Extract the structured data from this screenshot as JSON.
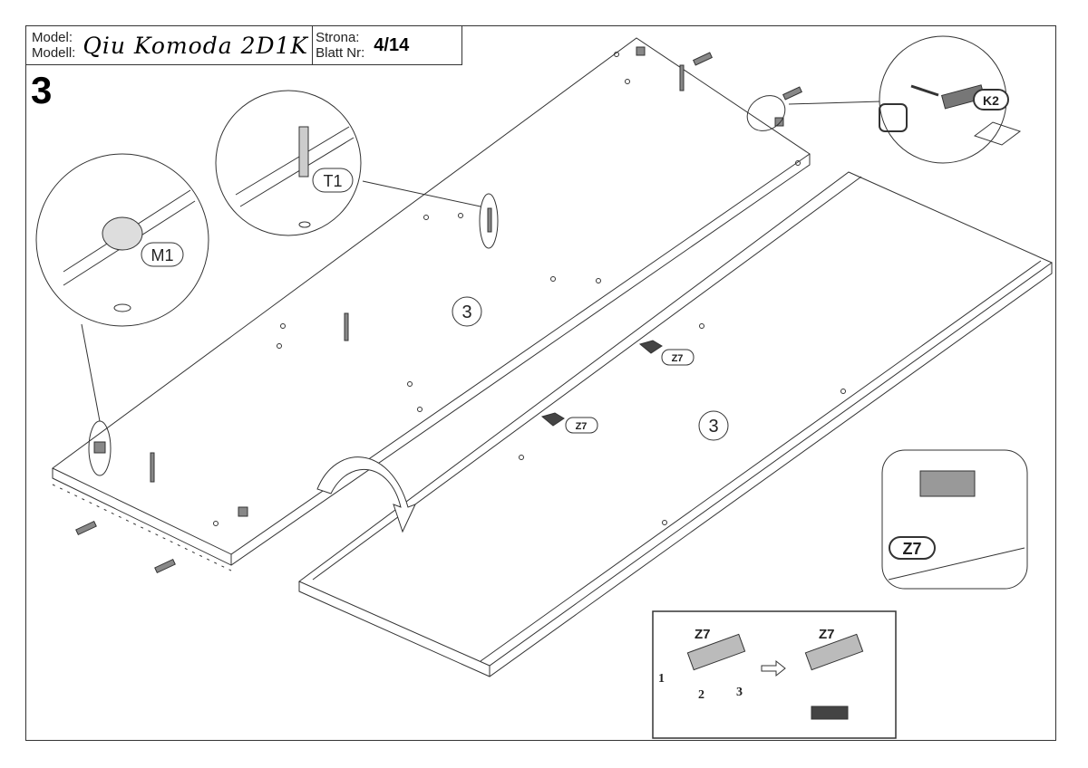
{
  "header": {
    "model_label": "Model:",
    "modell_label": "Modell:",
    "model_name": "Qiu Komoda 2D1K",
    "strona_label": "Strona:",
    "blatt_label": "Blatt Nr:",
    "page": "4/14"
  },
  "step_number": "3",
  "callouts": {
    "m1": "M1",
    "t1": "T1",
    "k2": "K2",
    "z7_detail": "Z7",
    "z7_a": "Z7",
    "z7_b": "Z7"
  },
  "panel_labels": {
    "top": "3",
    "bottom": "3"
  },
  "inset": {
    "z7_left": "Z7",
    "z7_right": "Z7",
    "step1": "1",
    "step2": "2",
    "step3": "3"
  }
}
